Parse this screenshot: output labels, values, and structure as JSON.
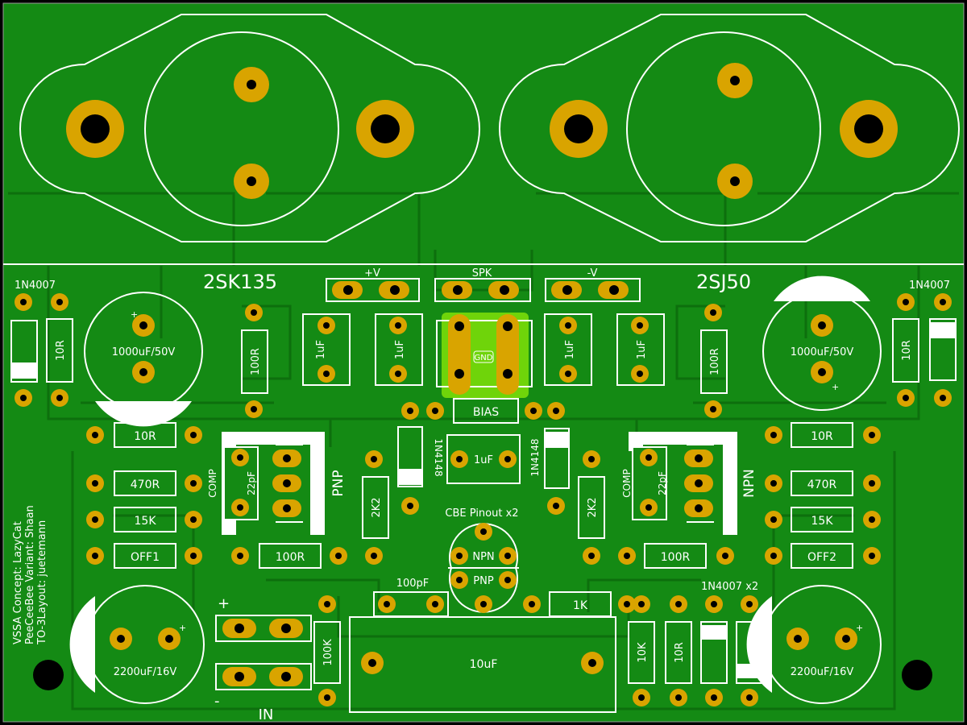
{
  "colors": {
    "board": "#148a14",
    "trace": "#0d6f0d",
    "silk": "#ffffff",
    "pad": "#d9a400",
    "hole": "#000000",
    "bg": "#000000"
  },
  "board_labels": {
    "q_left": "2SK135",
    "q_right": "2SJ50",
    "plus_v": "+V",
    "spk": "SPK",
    "minus_v": "-V",
    "gnd": "GND",
    "bias": "BIAS",
    "cbe": "CBE Pinout x2",
    "npn_pin": "NPN",
    "pnp_pin": "PNP",
    "in": "IN",
    "in_plus": "+",
    "in_minus": "-",
    "credits": [
      "VSSA Concept: LazyCat",
      "PeeCeeBee Variant: Shaan",
      "TO-3Layout: juetemann"
    ],
    "d_left": "1N4007",
    "d_right": "1N4007",
    "d_x2": "1N4007 x2",
    "side_pnp": "PNP",
    "side_npn": "NPN",
    "comp_l": "COMP",
    "comp_r": "COMP",
    "c_22pf_l": "22pF",
    "c_22pf_r": "22pF",
    "n4148_l": "1N4148",
    "n4148_r": "1N4148"
  },
  "components": {
    "r10_l": "10R",
    "r10_r": "10R",
    "c1000_l": "1000uF/50V",
    "c1000_r": "1000uF/50V",
    "r100_l": "100R",
    "r100_r": "100R",
    "c1u_a": "1uF",
    "c1u_b": "1uF",
    "c1u_c": "1uF",
    "c1u_d": "1uF",
    "c1u_mid": "1uF",
    "r10_row_l": "10R",
    "r10_row_r": "10R",
    "r470_l": "470R",
    "r470_r": "470R",
    "r15k_l": "15K",
    "r15k_r": "15K",
    "off1": "OFF1",
    "off2": "OFF2",
    "r100_bot_l": "100R",
    "r100_bot_r": "100R",
    "r2k2_l": "2K2",
    "r2k2_r": "2K2",
    "c100p": "100pF",
    "r1k": "1K",
    "r100k": "100K",
    "c10u": "10uF",
    "r10k": "10K",
    "r10_bot": "10R",
    "c2200_l": "2200uF/16V",
    "c2200_r": "2200uF/16V",
    "cap_plus": "+"
  }
}
